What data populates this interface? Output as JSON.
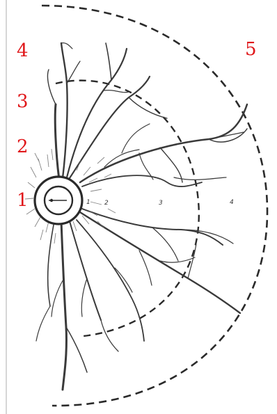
{
  "diagram": {
    "zone_labels": {
      "z1": "1",
      "z2": "2",
      "z3": "3",
      "z4": "4",
      "z5": "5"
    },
    "inner_labels": {
      "n1": "1",
      "n2": "2",
      "n3": "3",
      "n4": "4"
    },
    "colors": {
      "label": "#e0181b",
      "ink": "#333333",
      "background": "#ffffff"
    }
  }
}
